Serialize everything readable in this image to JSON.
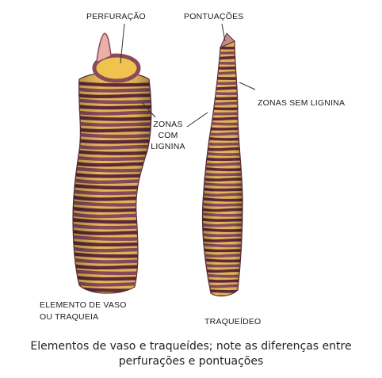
{
  "labels": {
    "perfuracao": "PERFURAÇÃO",
    "pontuacoes": "PONTUAÇÕES",
    "zonas_sem_lignina": "ZONAS SEM LIGNINA",
    "zonas_com_lignina": [
      "ZONAS",
      "COM",
      "LIGNINA"
    ],
    "elemento_vaso": [
      "ELEMENTO DE VASO",
      "OU TRAQUEIA"
    ],
    "traqueideo": "TRAQUEÍDEO"
  },
  "caption": [
    "Elementos de vaso e traqueídes; note as diferenças entre",
    "perfurações e pontuações"
  ],
  "colors": {
    "lignin_band": "#8a4a5c",
    "lignin_dark": "#5e2b3a",
    "pit_zone": "#e6b85a",
    "pit_light": "#f3d48a",
    "lumen": "#f0c34e"
  }
}
